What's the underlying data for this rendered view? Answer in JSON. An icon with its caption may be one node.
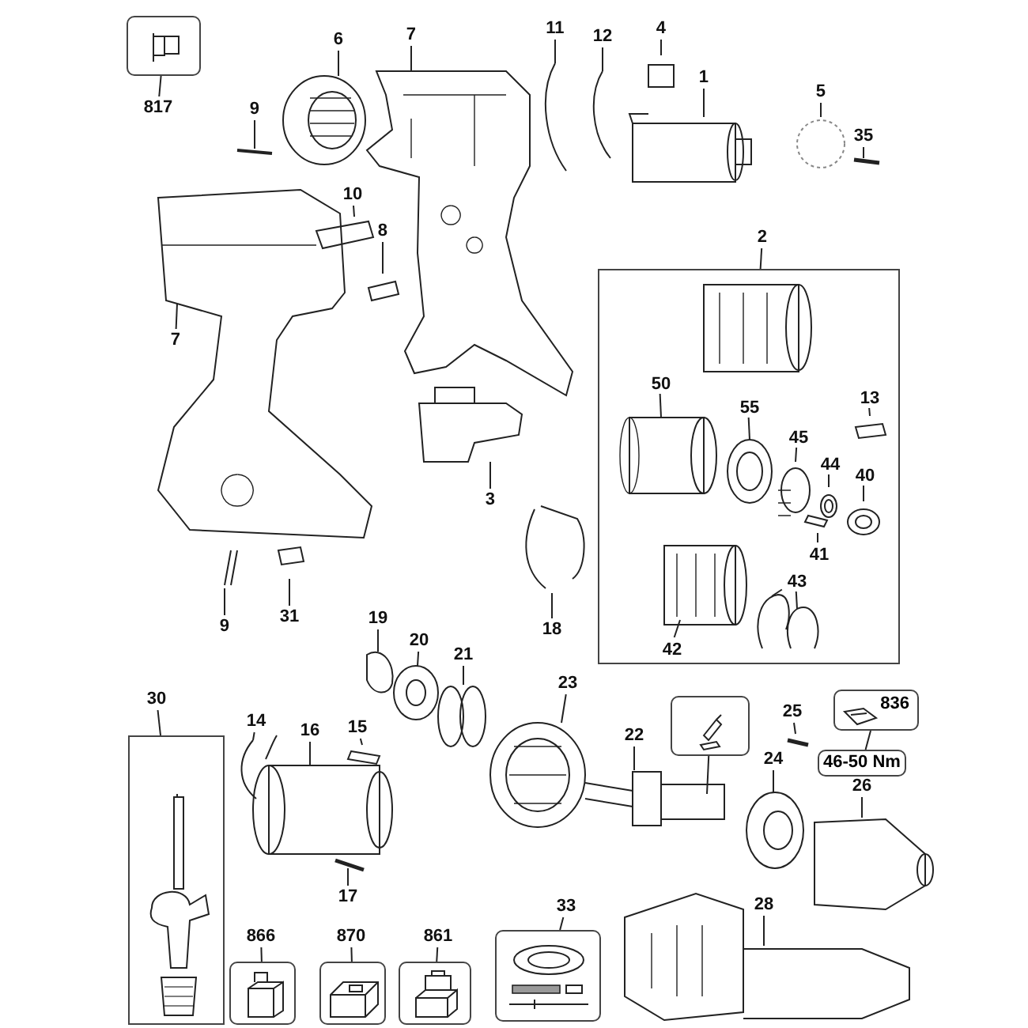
{
  "diagram": {
    "nodes": [
      {
        "text": [],
        "shape": "box"
      },
      {
        "text": [
          "817"
        ]
      },
      {
        "text": [
          "6"
        ]
      },
      {
        "text": [
          "7"
        ]
      },
      {
        "text": [
          "11"
        ]
      },
      {
        "text": [
          "12"
        ]
      },
      {
        "text": [
          "4"
        ]
      },
      {
        "text": [
          "1"
        ]
      },
      {
        "text": [
          "5"
        ]
      },
      {
        "text": [
          "35"
        ]
      },
      {
        "text": [
          "9"
        ]
      },
      {
        "text": [
          "10"
        ]
      },
      {
        "text": [
          "8"
        ]
      },
      {
        "text": [
          "7"
        ]
      },
      {
        "text": [
          "2"
        ]
      },
      {
        "text": [],
        "shape": "box"
      },
      {
        "text": [
          "50"
        ],
        "in": 15
      },
      {
        "text": [
          "55"
        ],
        "in": 15
      },
      {
        "text": [
          "45"
        ],
        "in": 15
      },
      {
        "text": [
          "44"
        ],
        "in": 15
      },
      {
        "text": [
          "40"
        ],
        "in": 15
      },
      {
        "text": [
          "13"
        ],
        "in": 15
      },
      {
        "text": [
          "41"
        ],
        "in": 15
      },
      {
        "text": [
          "43"
        ],
        "in": 15
      },
      {
        "text": [
          "42"
        ],
        "in": 15
      },
      {
        "text": [
          "3"
        ]
      },
      {
        "text": [
          "9"
        ]
      },
      {
        "text": [
          "31"
        ]
      },
      {
        "text": [
          "18"
        ]
      },
      {
        "text": [
          "19"
        ]
      },
      {
        "text": [
          "20"
        ]
      },
      {
        "text": [
          "21"
        ]
      },
      {
        "text": [
          "23"
        ]
      },
      {
        "text": [
          "30"
        ]
      },
      {
        "text": [],
        "shape": "box"
      },
      {
        "text": [
          "14"
        ]
      },
      {
        "text": [
          "16"
        ]
      },
      {
        "text": [
          "15"
        ]
      },
      {
        "text": [
          "17"
        ]
      },
      {
        "text": [],
        "shape": "box"
      },
      {
        "text": [
          "22"
        ]
      },
      {
        "text": [
          "25"
        ]
      },
      {
        "text": [
          "24"
        ]
      },
      {
        "text": [
          "836"
        ]
      },
      {
        "text": [
          "46-50 Nm"
        ]
      },
      {
        "text": [
          "26"
        ]
      },
      {
        "text": [
          "866"
        ]
      },
      {
        "text": [],
        "shape": "box"
      },
      {
        "text": [
          "870"
        ]
      },
      {
        "text": [],
        "shape": "box"
      },
      {
        "text": [
          "861"
        ]
      },
      {
        "text": [],
        "shape": "box"
      },
      {
        "text": [
          "33"
        ]
      },
      {
        "text": [],
        "shape": "box"
      },
      {
        "text": [
          "28"
        ]
      }
    ],
    "edges": [
      {
        "from": 1,
        "to": 0,
        "arrow": "none"
      },
      {
        "from": 2,
        "to": null,
        "arrow": "none"
      },
      {
        "from": 3,
        "to": null,
        "arrow": "none"
      },
      {
        "from": 4,
        "to": null,
        "arrow": "none"
      },
      {
        "from": 5,
        "to": null,
        "arrow": "none"
      },
      {
        "from": 6,
        "to": null,
        "arrow": "none"
      },
      {
        "from": 7,
        "to": null,
        "arrow": "none"
      },
      {
        "from": 8,
        "to": null,
        "arrow": "none"
      },
      {
        "from": 9,
        "to": null,
        "arrow": "none"
      },
      {
        "from": 10,
        "to": null,
        "arrow": "none"
      },
      {
        "from": 11,
        "to": null,
        "arrow": "none"
      },
      {
        "from": 12,
        "to": null,
        "arrow": "none"
      },
      {
        "from": 13,
        "to": null,
        "arrow": "none"
      },
      {
        "from": 14,
        "to": 15,
        "arrow": "none"
      },
      {
        "from": 16,
        "to": null,
        "arrow": "none"
      },
      {
        "from": 17,
        "to": null,
        "arrow": "none"
      },
      {
        "from": 18,
        "to": null,
        "arrow": "none"
      },
      {
        "from": 19,
        "to": null,
        "arrow": "none"
      },
      {
        "from": 20,
        "to": null,
        "arrow": "none"
      },
      {
        "from": 21,
        "to": null,
        "arrow": "none"
      },
      {
        "from": 22,
        "to": null,
        "arrow": "none"
      },
      {
        "from": 23,
        "to": null,
        "arrow": "none"
      },
      {
        "from": 23,
        "to": null,
        "arrow": "none"
      },
      {
        "from": 24,
        "to": null,
        "arrow": "none"
      },
      {
        "from": 25,
        "to": null,
        "arrow": "none"
      },
      {
        "from": 26,
        "to": null,
        "arrow": "none"
      },
      {
        "from": 27,
        "to": null,
        "arrow": "none"
      },
      {
        "from": 28,
        "to": null,
        "arrow": "none"
      },
      {
        "from": 29,
        "to": null,
        "arrow": "none"
      },
      {
        "from": 30,
        "to": null,
        "arrow": "none"
      },
      {
        "from": 31,
        "to": null,
        "arrow": "none"
      },
      {
        "from": 32,
        "to": null,
        "arrow": "none"
      },
      {
        "from": 33,
        "to": 34,
        "arrow": "none"
      },
      {
        "from": 35,
        "to": null,
        "arrow": "none"
      },
      {
        "from": 36,
        "to": null,
        "arrow": "none"
      },
      {
        "from": 37,
        "to": null,
        "arrow": "none"
      },
      {
        "from": 38,
        "to": null,
        "arrow": "none"
      },
      {
        "from": 39,
        "to": null,
        "arrow": "none"
      },
      {
        "from": 40,
        "to": null,
        "arrow": "none"
      },
      {
        "from": 41,
        "to": null,
        "arrow": "none"
      },
      {
        "from": 42,
        "to": null,
        "arrow": "none"
      },
      {
        "from": 43,
        "to": 44,
        "arrow": "none"
      },
      {
        "from": 45,
        "to": null,
        "arrow": "none"
      },
      {
        "from": 46,
        "to": 47,
        "arrow": "none"
      },
      {
        "from": 48,
        "to": 49,
        "arrow": "none"
      },
      {
        "from": 50,
        "to": 51,
        "arrow": "none"
      },
      {
        "from": 52,
        "to": 53,
        "arrow": "none"
      },
      {
        "from": 54,
        "to": null,
        "arrow": "none"
      }
    ]
  }
}
